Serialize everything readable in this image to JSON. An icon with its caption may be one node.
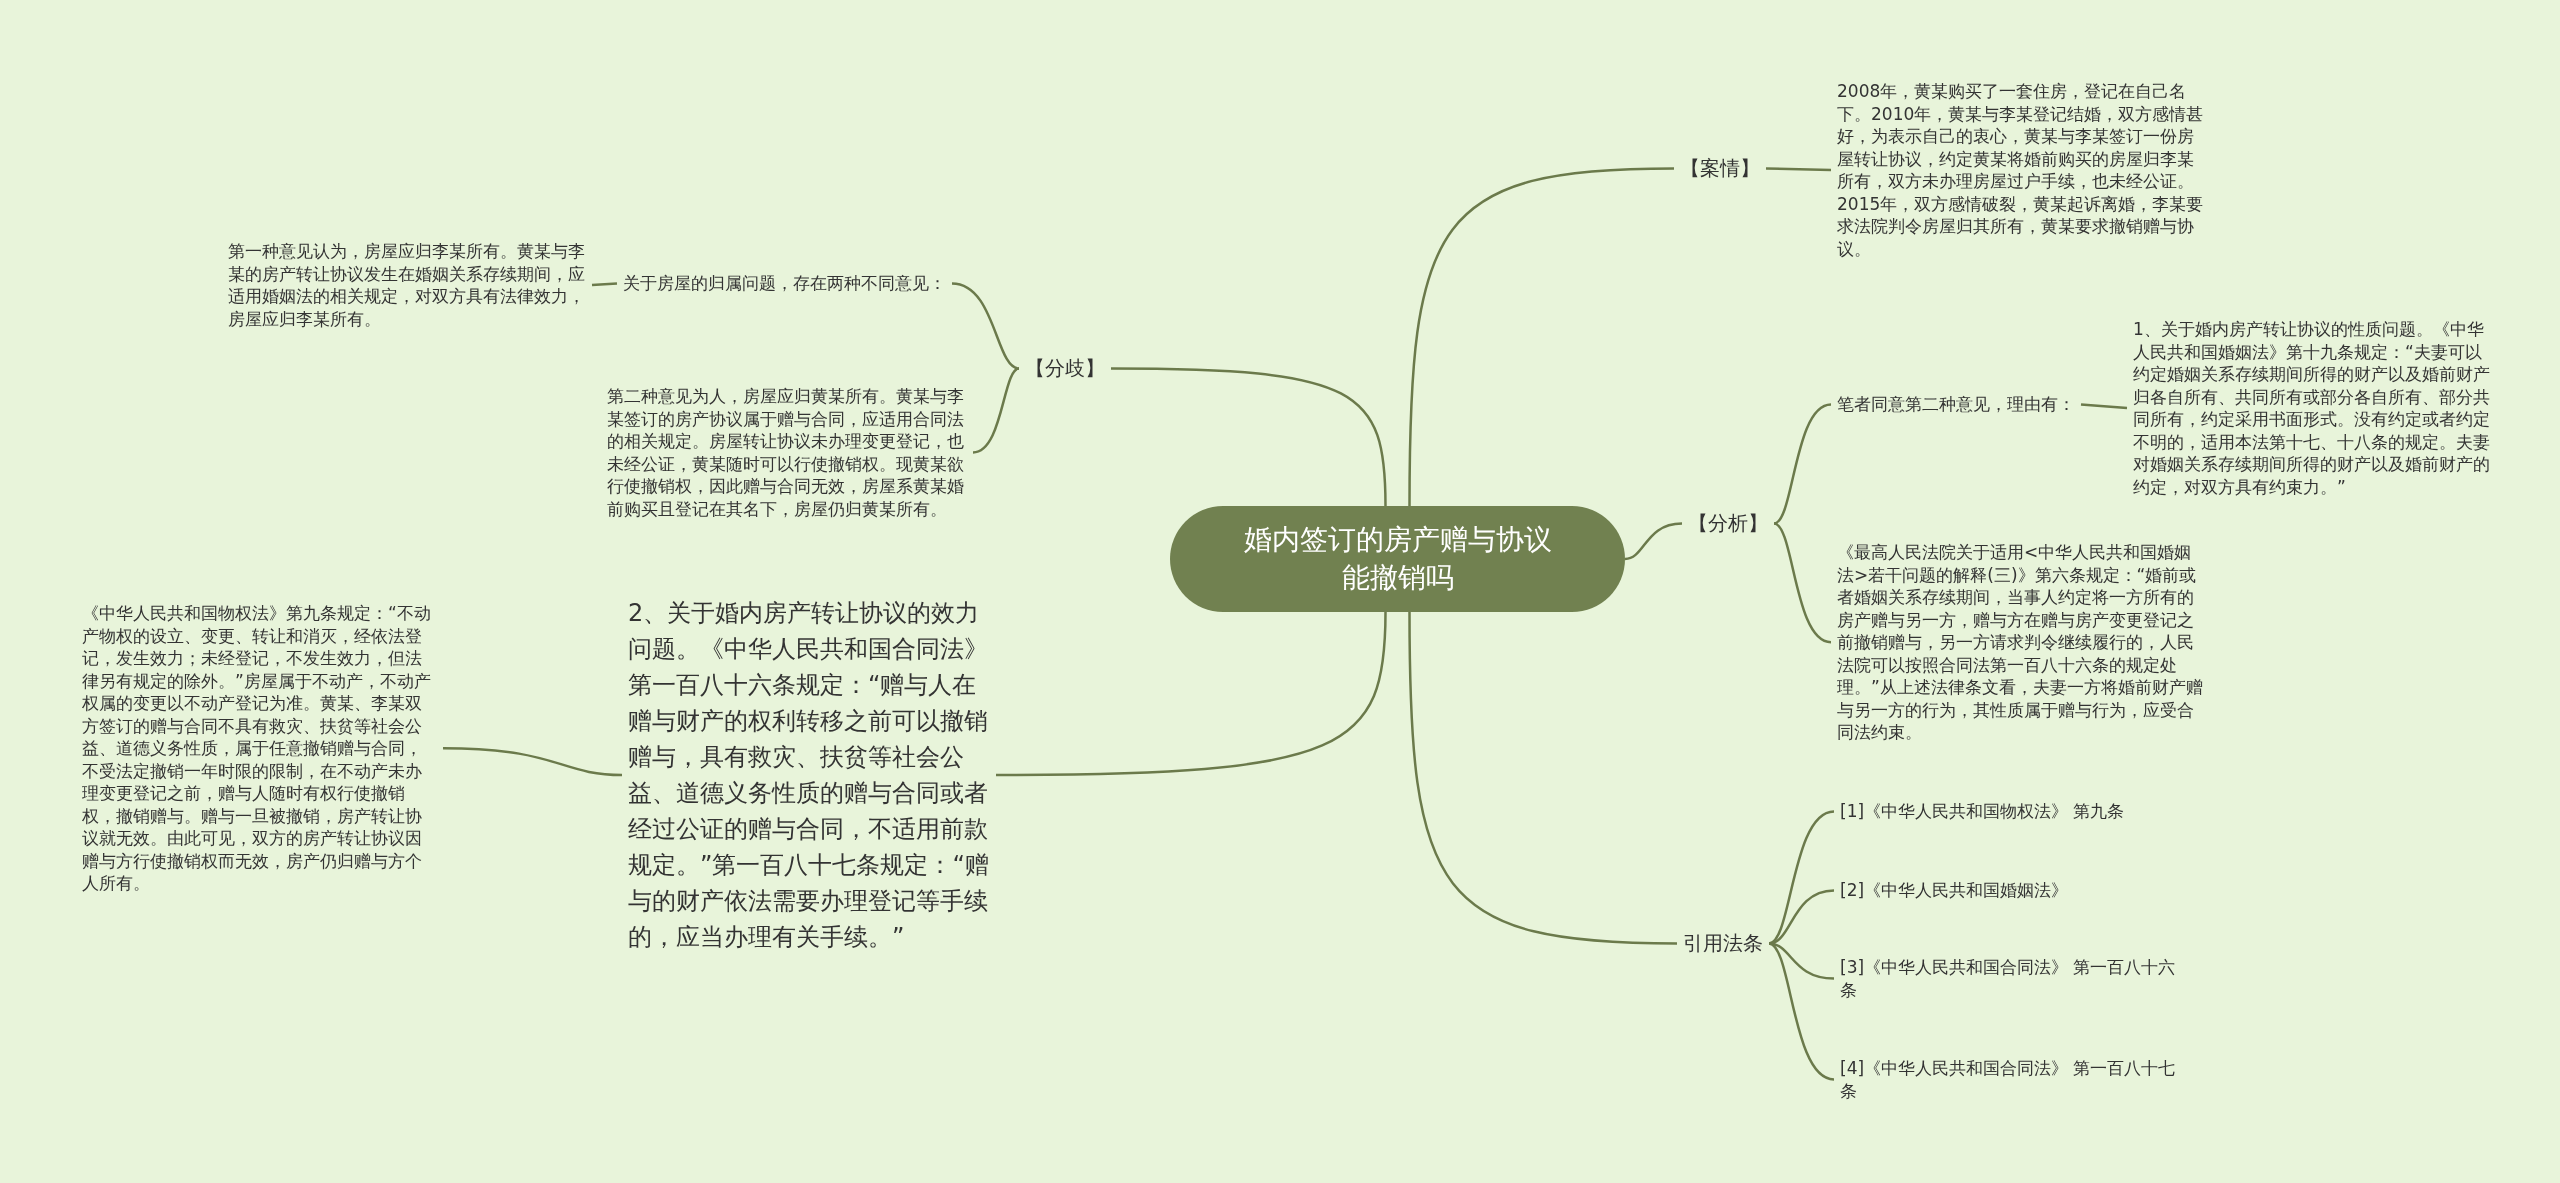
{
  "diagram": {
    "nodes": [
      {
        "text": [
          "婚内签订的房产赠与协议能撤销吗"
        ]
      },
      {
        "text": [
          "【案情】"
        ]
      },
      {
        "text": [
          "2008年，黄某购买了一套住房，登记在自己名下。2010年，黄某与李某登记结婚，双方感情甚好，为表示自己的衷心，黄某与李某签订一份房屋转让协议，约定黄某将婚前购买的房屋归李某所有，双方未办理房屋过户手续，也未经公证。2015年，双方感情破裂，黄某起诉离婚，李某要求法院判令房屋归其所有，黄某要求撤销赠与协议。"
        ]
      },
      {
        "text": [
          "【分析】"
        ]
      },
      {
        "text": [
          "笔者同意第二种意见，理由有："
        ]
      },
      {
        "text": [
          "1、关于婚内房产转让协议的性质问题。《中华人民共和国婚姻法》第十九条规定：“夫妻可以约定婚姻关系存续期间所得的财产以及婚前财产归各自所有、共同所有或部分各自所有、部分共同所有，约定采用书面形式。没有约定或者约定不明的，适用本法第十七、十八条的规定。夫妻对婚姻关系存续期间所得的财产以及婚前财产的约定，对双方具有约束力。”"
        ]
      },
      {
        "text": [
          "《最高人民法院关于适用<中华人民共和国婚姻法>若干问题的解释(三)》第六条规定：“婚前或者婚姻关系存续期间，当事人约定将一方所有的房产赠与另一方，赠与方在赠与房产变更登记之前撤销赠与，另一方请求判令继续履行的，人民法院可以按照合同法第一百八十六条的规定处理。”从上述法律条文看，夫妻一方将婚前财产赠与另一方的行为，其性质属于赠与行为，应受合同法约束。"
        ]
      },
      {
        "text": [
          "引用法条"
        ]
      },
      {
        "text": [
          "[1]《中华人民共和国物权法》 第九条"
        ]
      },
      {
        "text": [
          "[2]《中华人民共和国婚姻法》"
        ]
      },
      {
        "text": [
          "[3]《中华人民共和国合同法》 第一百八十六条"
        ]
      },
      {
        "text": [
          "[4]《中华人民共和国合同法》 第一百八十七条"
        ]
      },
      {
        "text": [
          "【分歧】"
        ]
      },
      {
        "text": [
          "关于房屋的归属问题，存在两种不同意见："
        ]
      },
      {
        "text": [
          "第一种意见认为，房屋应归李某所有。黄某与李某的房产转让协议发生在婚姻关系存续期间，应适用婚姻法的相关规定，对双方具有法律效力，房屋应归李某所有。"
        ]
      },
      {
        "text": [
          "第二种意见为人，房屋应归黄某所有。黄某与李某签订的房产协议属于赠与合同，应适用合同法的相关规定。房屋转让协议未办理变更登记，也未经公证，黄某随时可以行使撤销权。现黄某欲行使撤销权，因此赠与合同无效，房屋系黄某婚前购买且登记在其名下，房屋仍归黄某所有。"
        ]
      },
      {
        "text": [
          "2、关于婚内房产转让协议的效力问题。《中华人民共和国合同法》第一百八十六条规定：“赠与人在赠与财产的权利转移之前可以撤销赠与，具有救灾、扶贫等社会公益、道德义务性质的赠与合同或者经过公证的赠与合同，不适用前款规定。”第一百八十七条规定：“赠与的财产依法需要办理登记等手续的，应当办理有关手续。”"
        ]
      },
      {
        "text": [
          "《中华人民共和国物权法》第九条规定：“不动产物权的设立、变更、转让和消灭，经依法登记，发生效力；未经登记，不发生效力，但法律另有规定的除外。”房屋属于不动产，不动产权属的变更以不动产登记为准。黄某、李某双方签订的赠与合同不具有救灾、扶贫等社会公益、道德义务性质，属于任意撤销赠与合同，不受法定撤销一年时限的限制，在不动产未办理变更登记之前，赠与人随时有权行使撤销权，撤销赠与。赠与一旦被撤销，房产转让协议就无效。由此可见，双方的房产转让协议因赠与方行使撤销权而无效，房产仍归赠与方个人所有。"
        ]
      }
    ],
    "edges": [
      {
        "from": 0,
        "to": 1,
        "arrow": "none"
      },
      {
        "from": 1,
        "to": 2,
        "arrow": "none"
      },
      {
        "from": 0,
        "to": 3,
        "arrow": "none"
      },
      {
        "from": 3,
        "to": 4,
        "arrow": "none"
      },
      {
        "from": 4,
        "to": 5,
        "arrow": "none"
      },
      {
        "from": 3,
        "to": 6,
        "arrow": "none"
      },
      {
        "from": 0,
        "to": 7,
        "arrow": "none"
      },
      {
        "from": 7,
        "to": 8,
        "arrow": "none"
      },
      {
        "from": 7,
        "to": 9,
        "arrow": "none"
      },
      {
        "from": 7,
        "to": 10,
        "arrow": "none"
      },
      {
        "from": 7,
        "to": 11,
        "arrow": "none"
      },
      {
        "from": 0,
        "to": 12,
        "arrow": "none"
      },
      {
        "from": 12,
        "to": 13,
        "arrow": "none"
      },
      {
        "from": 13,
        "to": 14,
        "arrow": "none"
      },
      {
        "from": 12,
        "to": 15,
        "arrow": "none"
      },
      {
        "from": 0,
        "to": 16,
        "arrow": "none"
      },
      {
        "from": 16,
        "to": 17,
        "arrow": "none"
      }
    ]
  }
}
